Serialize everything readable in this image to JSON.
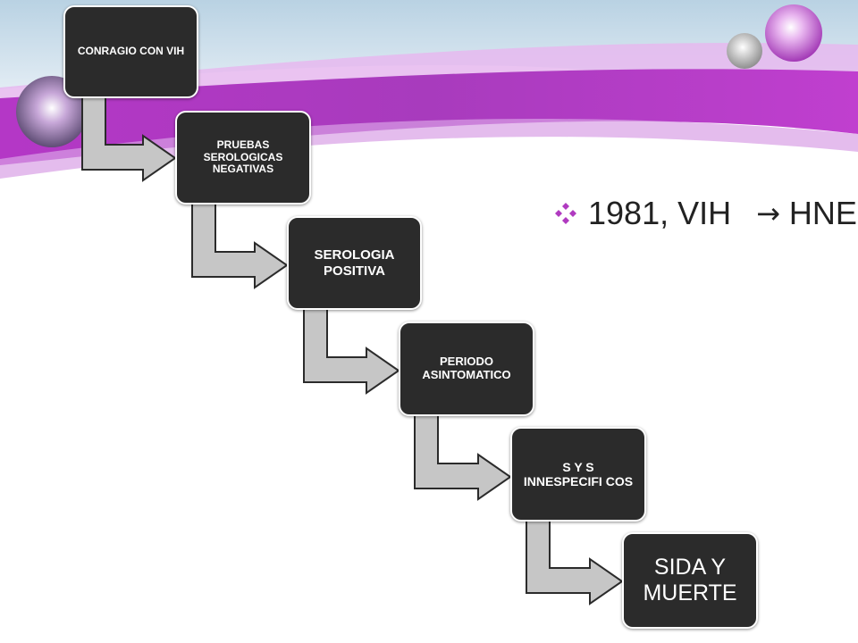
{
  "steps": [
    {
      "label": "CONRAGIO CON VIH"
    },
    {
      "label": "PRUEBAS SEROLOGICAS NEGATIVAS"
    },
    {
      "label": "SEROLOGIA POSITIVA"
    },
    {
      "label": "PERIODO ASINTOMATICO"
    },
    {
      "label": "S Y S INNESPECIFI COS"
    },
    {
      "label": "SIDA Y MUERTE"
    }
  ],
  "bullet": {
    "icon": "four-diamond-bullet-icon",
    "year_text": "1981, VIH",
    "arrow_icon": "right-arrow-icon",
    "arrow_glyph": "→",
    "result_text": "HNE"
  },
  "colors": {
    "step_fill": "#2b2b2b",
    "step_text": "#ffffff",
    "connector_fill": "#c6c6c6",
    "connector_stroke": "#2b2b2b",
    "banner_purple": "#b335c3",
    "bullet_color": "#b03ac0"
  }
}
